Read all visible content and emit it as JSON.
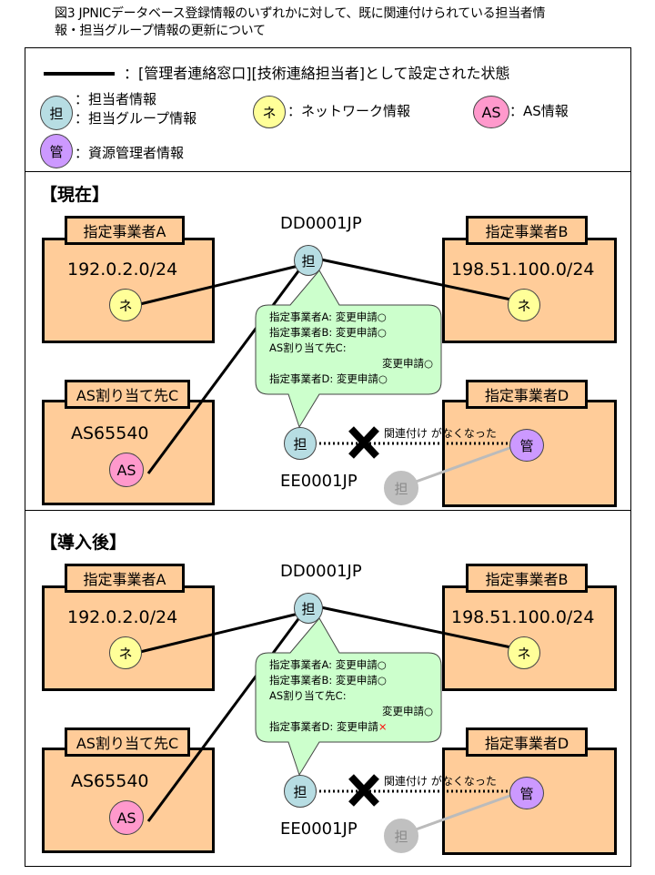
{
  "caption": {
    "line1": "図3  JPNICデータベース登録情報のいずれかに対して、既に関連付けられている担当者情",
    "line2": "報・担当グループ情報の更新について"
  },
  "legend": {
    "line_desc": "：[管理者連絡窓口][技術連絡担当者]として設定された状態",
    "contact": {
      "glyph": "担",
      "label1": "担当者情報",
      "label2": "担当グループ情報",
      "color": "#b7dde3"
    },
    "network": {
      "glyph": "ネ",
      "label": "：ネットワーク情報",
      "color": "#ffff99"
    },
    "as": {
      "glyph": "AS",
      "label": "：AS情報",
      "color": "#ff99cc"
    },
    "admin": {
      "glyph": "管",
      "label": "：資源管理者情報",
      "color": "#cc99ff"
    }
  },
  "panels": [
    {
      "title": "【現在】",
      "handle_dd": "DD0001JP",
      "handle_ee": "EE0001JP",
      "org_a": {
        "tab": "指定事業者A",
        "value": "192.0.2.0/24",
        "glyph": "ネ"
      },
      "org_b": {
        "tab": "指定事業者B",
        "value": "198.51.100.0/24",
        "glyph": "ネ"
      },
      "org_c": {
        "tab": "AS割り当て先C",
        "value": "AS65540",
        "glyph": "AS"
      },
      "org_d": {
        "tab": "指定事業者D",
        "glyph": "管"
      },
      "contact_glyph": "担",
      "bubble": [
        {
          "text": "指定事業者A: 変更申請",
          "mark": "○",
          "ok": true
        },
        {
          "text": "指定事業者B: 変更申請",
          "mark": "○",
          "ok": true
        },
        {
          "text": "AS割り当て先C:",
          "mark": "",
          "ok": true
        },
        {
          "text": "変更申請",
          "mark": "○",
          "ok": true,
          "indent": true
        },
        {
          "text": "指定事業者D: 変更申請",
          "mark": "○",
          "ok": true
        }
      ],
      "note": "関連付け  がなくなった"
    },
    {
      "title": "【導入後】",
      "handle_dd": "DD0001JP",
      "handle_ee": "EE0001JP",
      "org_a": {
        "tab": "指定事業者A",
        "value": "192.0.2.0/24",
        "glyph": "ネ"
      },
      "org_b": {
        "tab": "指定事業者B",
        "value": "198.51.100.0/24",
        "glyph": "ネ"
      },
      "org_c": {
        "tab": "AS割り当て先C",
        "value": "AS65540",
        "glyph": "AS"
      },
      "org_d": {
        "tab": "指定事業者D",
        "glyph": "管"
      },
      "contact_glyph": "担",
      "bubble": [
        {
          "text": "指定事業者A: 変更申請",
          "mark": "○",
          "ok": true
        },
        {
          "text": "指定事業者B: 変更申請",
          "mark": "○",
          "ok": true
        },
        {
          "text": "AS割り当て先C:",
          "mark": "",
          "ok": true
        },
        {
          "text": "変更申請",
          "mark": "○",
          "ok": true,
          "indent": true
        },
        {
          "text": "指定事業者D: 変更申請",
          "mark": "×",
          "ok": false
        }
      ],
      "note": "関連付け  がなくなった"
    }
  ]
}
